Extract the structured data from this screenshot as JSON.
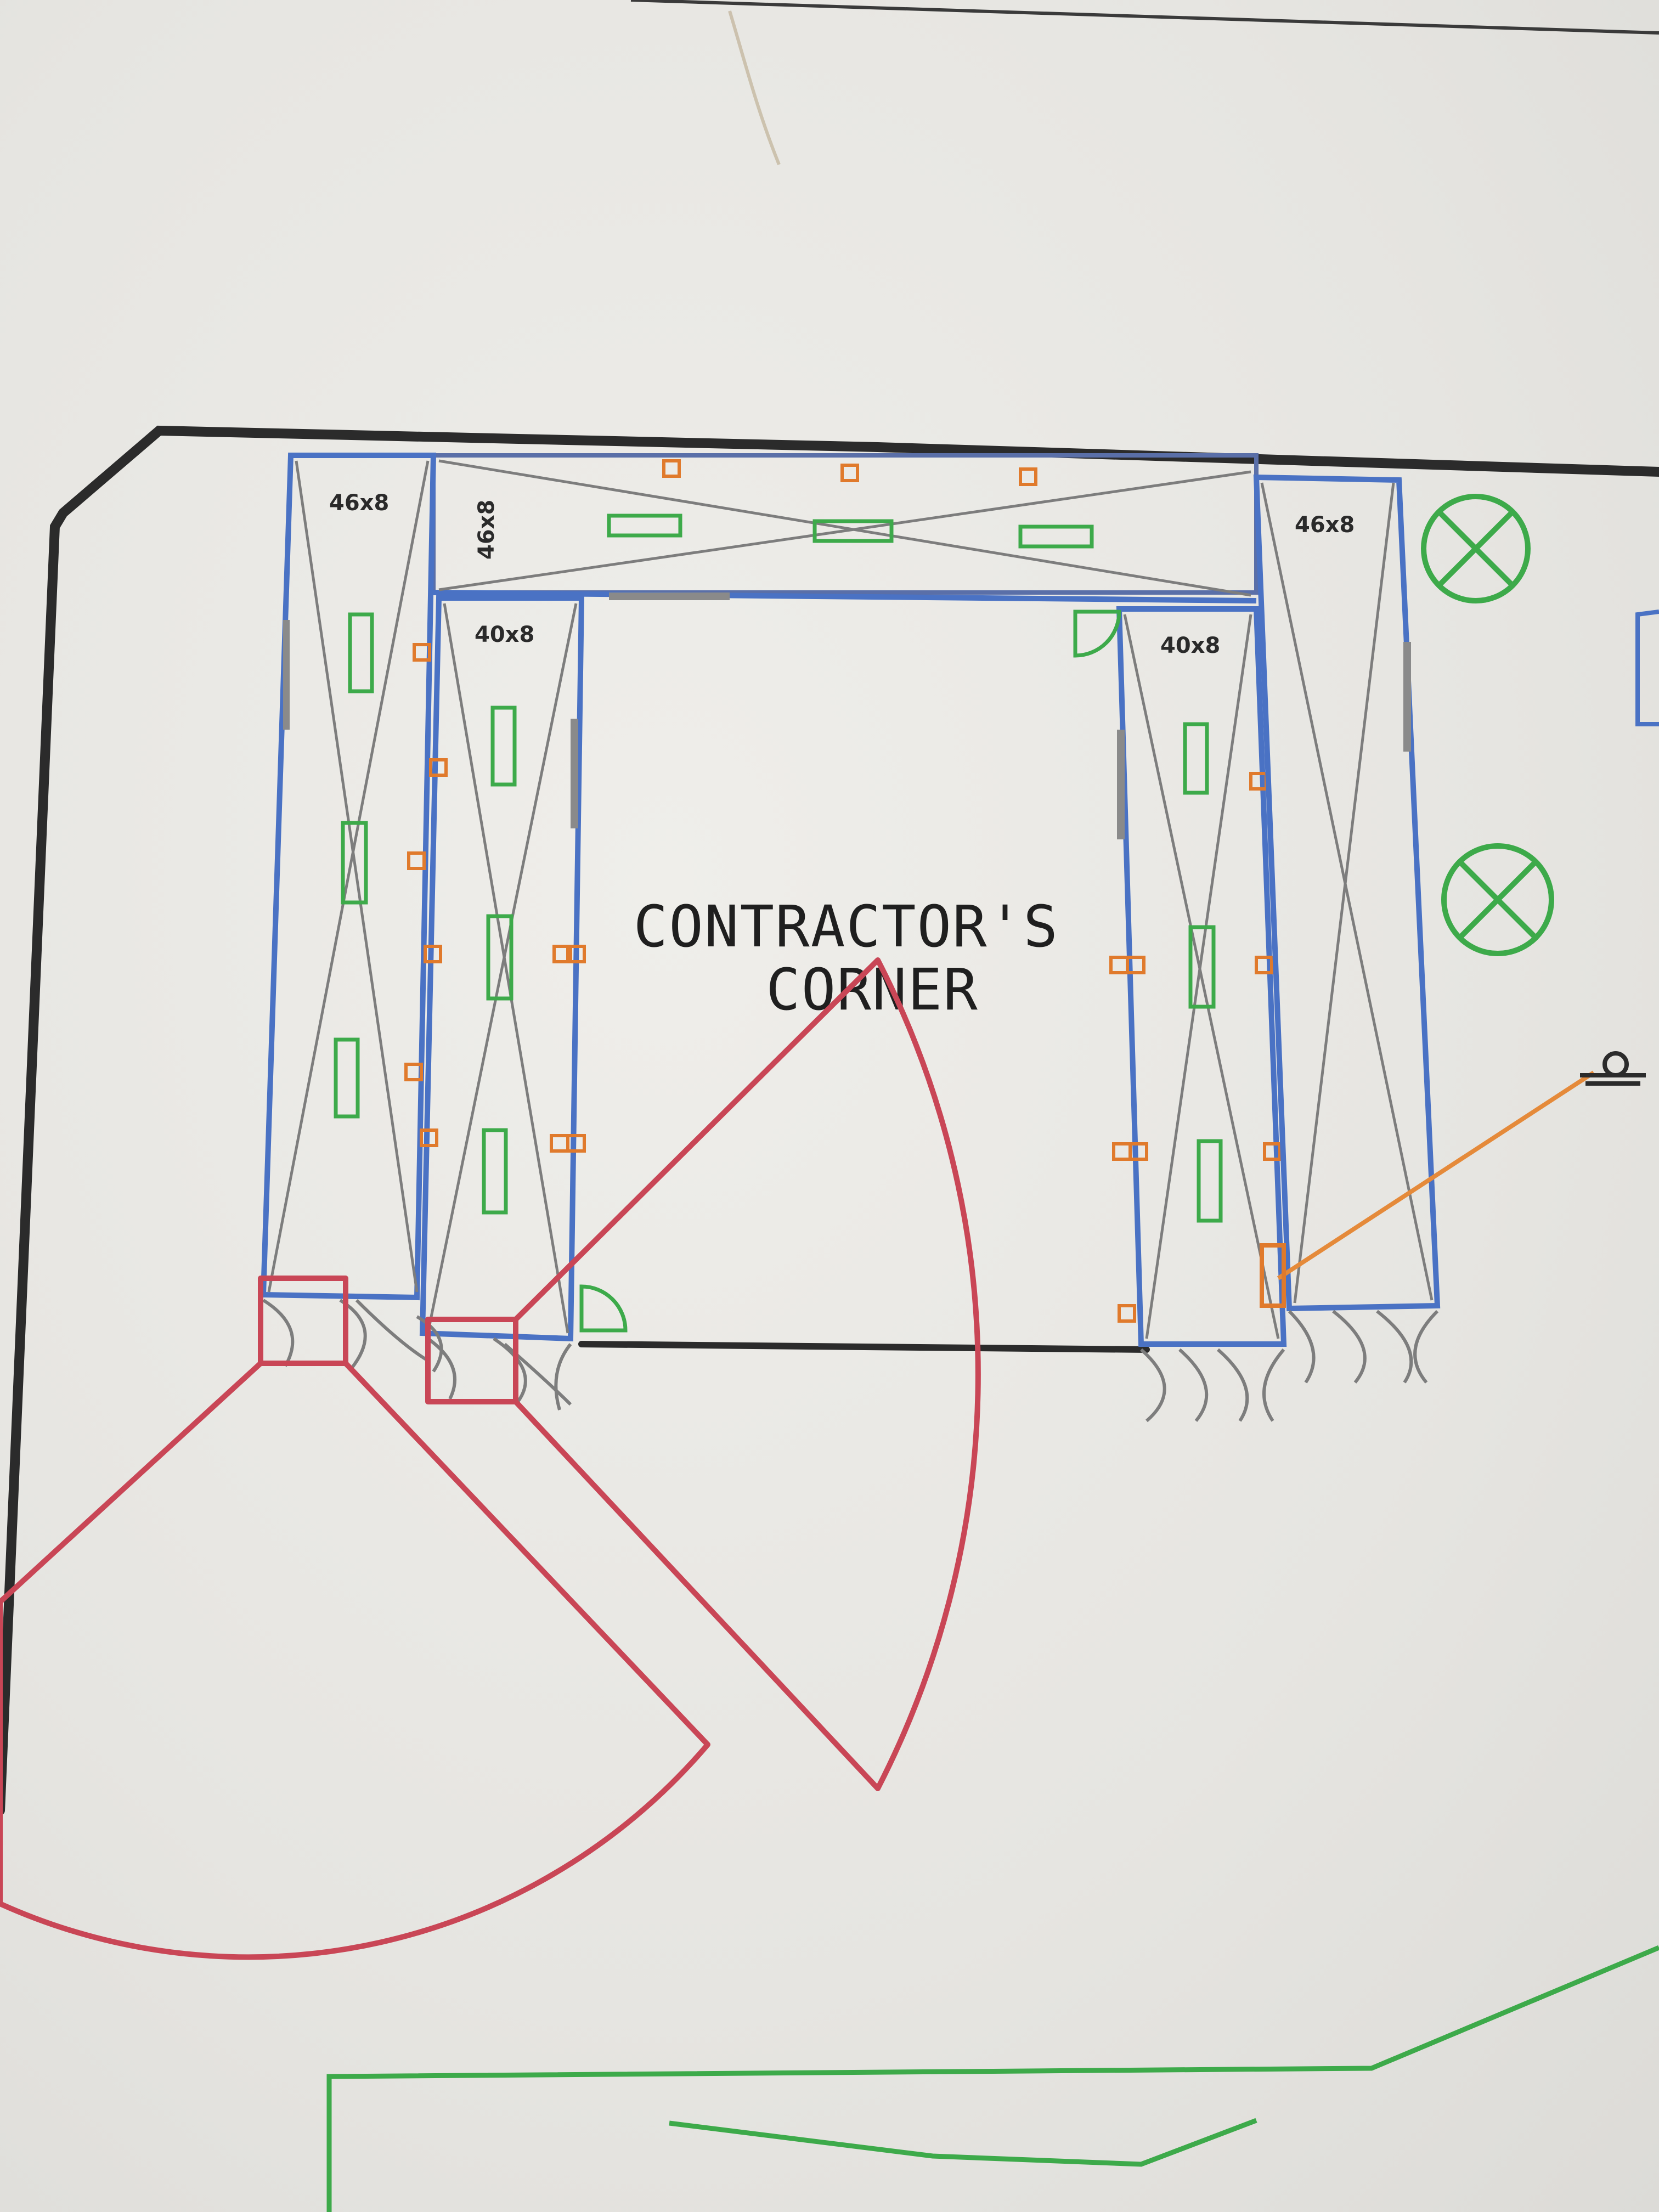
{
  "plan": {
    "room_label_line1": "CONTRACTOR'S",
    "room_label_line2": "CORNER",
    "racks": {
      "left_outer": "46x8",
      "left_top_vertical": "46x8",
      "left_inner": "40x8",
      "right_inner": "40x8",
      "right_outer": "46x8"
    }
  },
  "colors": {
    "wall": "#2b2b2b",
    "rack_frame": "#4a72c4",
    "bracing": "#7d7d7d",
    "light_fixture": "#3daa4a",
    "outlet": "#e07a2c",
    "door_swing": "#c94656",
    "data_line": "#e58a3a"
  }
}
